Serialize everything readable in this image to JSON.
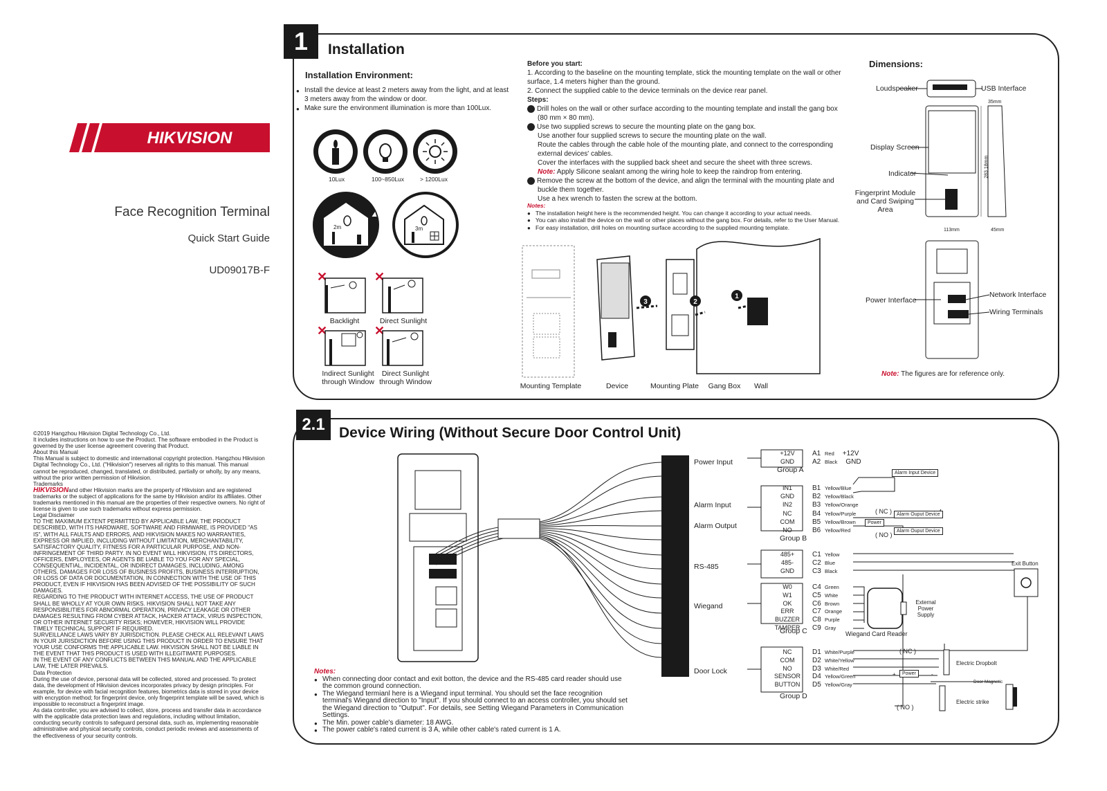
{
  "cover": {
    "brand": "HIKVISION",
    "title": "Face Recognition Terminal",
    "subtitle": "Quick Start Guide",
    "doc_number": "UD09017B-F"
  },
  "legal": {
    "copyright": "©2019 Hangzhou Hikvision Digital Technology Co., Ltd.",
    "p1": "It includes instructions on how to use the Product. The software embodied in the Product is governed by the user license agreement covering that Product.",
    "about_head": "About this Manual",
    "about": "This Manual is subject to domestic and international copyright protection. Hangzhou Hikvision Digital Technology Co., Ltd. (\"Hikvision\") reserves all rights to this manual. This manual cannot be reproduced, changed, translated, or distributed, partially or wholly, by any means, without the prior written permission of Hikvision.",
    "trademarks_head": "Trademarks",
    "trademark_brand": "HIKVISION",
    "trademarks": "and other Hikvision marks are the property of Hikvision and are registered trademarks or the subject of applications for the same by Hikvision and/or its affiliates. Other trademarks mentioned in this manual are the properties of their respective owners. No right of license is given to use such trademarks without express permission.",
    "disclaimer_head": "Legal Disclaimer",
    "disclaimer": "TO THE MAXIMUM EXTENT PERMITTED BY APPLICABLE LAW, THE PRODUCT DESCRIBED, WITH ITS HARDWARE, SOFTWARE AND FIRMWARE, IS PROVIDED \"AS IS\", WITH ALL FAULTS AND ERRORS, AND HIKVISION MAKES NO WARRANTIES, EXPRESS OR IMPLIED, INCLUDING WITHOUT LIMITATION, MERCHANTABILITY, SATISFACTORY QUALITY, FITNESS FOR A PARTICULAR PURPOSE, AND NON-INFRINGEMENT OF THIRD PARTY. IN NO EVENT WILL HIKVISION, ITS DIRECTORS, OFFICERS, EMPLOYEES, OR AGENTS BE LIABLE TO YOU FOR ANY SPECIAL, CONSEQUENTIAL, INCIDENTAL, OR INDIRECT DAMAGES, INCLUDING, AMONG OTHERS, DAMAGES FOR LOSS OF BUSINESS PROFITS, BUSINESS INTERRUPTION, OR LOSS OF DATA OR DOCUMENTATION, IN CONNECTION WITH THE USE OF THIS PRODUCT, EVEN IF HIKVISION HAS BEEN ADVISED OF THE POSSIBILITY OF SUCH DAMAGES.",
    "internet": "REGARDING TO THE PRODUCT WITH INTERNET ACCESS, THE USE OF PRODUCT SHALL BE WHOLLY AT YOUR OWN RISKS. HIKVISION SHALL NOT TAKE ANY RESPONSIBILITIES FOR ABNORMAL OPERATION, PRIVACY LEAKAGE OR OTHER DAMAGES RESULTING FROM CYBER ATTACK, HACKER ATTACK, VIRUS INSPECTION, OR OTHER INTERNET SECURITY RISKS; HOWEVER, HIKVISION WILL PROVIDE TIMELY TECHNICAL SUPPORT IF REQUIRED.",
    "surveillance": "SURVEILLANCE LAWS VARY BY JURISDICTION. PLEASE CHECK ALL RELEVANT LAWS IN YOUR JURISDICTION BEFORE USING THIS PRODUCT IN ORDER TO ENSURE THAT YOUR USE CONFORMS THE APPLICABLE LAW. HIKVISION SHALL NOT BE LIABLE IN THE EVENT THAT THIS PRODUCT IS USED WITH ILLEGITIMATE PURPOSES.",
    "conflict": "IN THE EVENT OF ANY CONFLICTS BETWEEN THIS MANUAL AND THE APPLICABLE LAW, THE LATER PREVAILS.",
    "data_head": "Data Protection",
    "data": "During the use of device, personal data will be collected, stored and processed. To protect data, the development of Hikvision devices incorporates privacy by design principles. For example, for device with facial recognition features, biometrics data is stored in your device with encryption method; for fingerprint device, only fingerprint template will be saved, which is impossible to reconstruct a fingerprint image.",
    "controller": "As data controller, you are advised to collect, store, process and transfer data in accordance with the applicable data protection laws and regulations, including without limitation, conducting security controls to safeguard personal data, such as, implementing reasonable administrative and physical security controls, conduct periodic reviews and assessments of the effectiveness of your security controls."
  },
  "install": {
    "num": "1",
    "title": "Installation",
    "env_title": "Installation Environment:",
    "env": [
      "Install the device at least 2 meters away from the light, and at least 3 meters away from the window or door.",
      "Make sure the environment illumination is more than 100Lux."
    ],
    "lux": [
      "10Lux",
      "100~850Lux",
      "> 1200Lux"
    ],
    "dist": [
      "2m",
      "3m"
    ],
    "bad": [
      "Backlight",
      "Direct Sunlight",
      "Indirect Sunlight through Window",
      "Direct Sunlight through Window"
    ],
    "before_title": "Before you start:",
    "before": [
      "1. According to the baseline on the mounting template, stick the mounting template on the wall or other surface, 1.4 meters higher than the ground.",
      "2. Connect the supplied cable to the device terminals on the device rear panel."
    ],
    "steps_title": "Steps:",
    "step1": "Drill holes on the wall or other surface according to the mounting template and install the gang box (80 mm × 80 mm).",
    "step2a": "Use two supplied screws to secure the mounting plate on the gang box.",
    "step2b": "Use another four supplied screws to secure the mounting plate on the wall.",
    "step2c": "Route the cables through the cable hole of the mounting plate, and connect to the corresponding external devices' cables.",
    "step2d": "Cover the interfaces with the supplied back sheet and secure the sheet with three screws.",
    "step2_note_label": "Note:",
    "step2_note": "Apply Silicone sealant among the wiring hole to keep the raindrop from entering.",
    "step3a": "Remove the screw at the bottom of the device, and align the terminal with the mounting plate and buckle them together.",
    "step3b": "Use a hex wrench to fasten the screw at the bottom.",
    "notes_title": "Notes:",
    "notes": [
      "The installation height here is the recommended height. You can change it according to your actual needs.",
      "You can also install the device on the wall or other places without the gang box. For details, refer to the User Manual.",
      "For easy installation, drill holes on mounting surface according to the supplied mounting template."
    ],
    "parts": [
      "Mounting Template",
      "Device",
      "Mounting Plate",
      "Gang Box",
      "Wall"
    ],
    "dim_title": "Dimensions:",
    "dim_labels": {
      "loudspeaker": "Loudspeaker",
      "usb": "USB Interface",
      "display": "Display Screen",
      "indicator": "Indicator",
      "fingerprint": "Fingerprint Module and Card Swiping Area",
      "power": "Power Interface",
      "network": "Network Interface",
      "wiring": "Wiring Terminals"
    },
    "dim_values": {
      "depth": "35mm",
      "height": "283.18mm",
      "width": "113mm",
      "bottom": "45mm"
    },
    "ref_note_label": "Note:",
    "ref_note": "The figures are for reference only."
  },
  "wiring": {
    "num": "2.1",
    "title": "Device Wiring (Without Secure Door Control Unit)",
    "groups": [
      {
        "label": "Power Input",
        "group": "Group A",
        "rows": [
          {
            "pin": "+12V",
            "id": "A1",
            "color": "Red",
            "dev": "+12V"
          },
          {
            "pin": "GND",
            "id": "A2",
            "color": "Black",
            "dev": "GND"
          }
        ]
      },
      {
        "label": "Alarm Input",
        "group": "",
        "rows": [
          {
            "pin": "IN1",
            "id": "B1",
            "color": "Yellow/Blue"
          },
          {
            "pin": "GND",
            "id": "B2",
            "color": "Yellow/Black"
          },
          {
            "pin": "IN2",
            "id": "B3",
            "color": "Yellow/Orange"
          }
        ]
      },
      {
        "label": "Alarm Output",
        "group": "Group B",
        "rows": [
          {
            "pin": "NC",
            "id": "B4",
            "color": "Yellow/Purple"
          },
          {
            "pin": "COM",
            "id": "B5",
            "color": "Yellow/Brown"
          },
          {
            "pin": "NO",
            "id": "B6",
            "color": "Yellow/Red"
          }
        ]
      },
      {
        "label": "RS-485",
        "group": "",
        "rows": [
          {
            "pin": "485+",
            "id": "C1",
            "color": "Yellow"
          },
          {
            "pin": "485-",
            "id": "C2",
            "color": "Blue"
          },
          {
            "pin": "GND",
            "id": "C3",
            "color": "Black"
          }
        ]
      },
      {
        "label": "Wiegand",
        "group": "Group C",
        "rows": [
          {
            "pin": "W0",
            "id": "C4",
            "color": "Green"
          },
          {
            "pin": "W1",
            "id": "C5",
            "color": "White"
          },
          {
            "pin": "OK",
            "id": "C6",
            "color": "Brown"
          },
          {
            "pin": "ERR",
            "id": "C7",
            "color": "Orange"
          },
          {
            "pin": "BUZZER",
            "id": "C8",
            "color": "Purple"
          },
          {
            "pin": "TAMPER",
            "id": "C9",
            "color": "Gray"
          }
        ]
      },
      {
        "label": "Door Lock",
        "group": "Group D",
        "rows": [
          {
            "pin": "NC",
            "id": "D1",
            "color": "White/Purple"
          },
          {
            "pin": "COM",
            "id": "D2",
            "color": "White/Yellow"
          },
          {
            "pin": "NO",
            "id": "D3",
            "color": "White/Red"
          },
          {
            "pin": "SENSOR",
            "id": "D4",
            "color": "Yellow/Green"
          },
          {
            "pin": "BUTTON",
            "id": "D5",
            "color": "Yellow/Gray"
          }
        ]
      }
    ],
    "devices": {
      "alarm_input": "Alarm Input Device",
      "alarm_output": "Alarm Ouput Device",
      "power": "Power",
      "nc": "( NC )",
      "no": "( NO )",
      "ext_power": "External Power Supply",
      "reader": "Wiegand Card Reader",
      "exit_button": "Exit Button",
      "dropbolt": "Electric Dropbolt",
      "magnetic": "Door Magnetic",
      "strike": "Electric strike",
      "plus": "+",
      "minus": "-"
    },
    "notes_title": "Notes:",
    "notes": [
      "When connecting door contact and exit botton, the device and the RS-485 card reader should use the common ground connection.",
      "The Wiegand termianl here is a Wiegand input terminal. You should set the face recognition terminal's Wiegand direction to \"Input\". If you should connect to an access controller, you should set the Wiegand direction to \"Output\". For details, see Setting Wiegand Parameters in Communication Settings.",
      "The Min. power cable's diameter: 18 AWG.",
      "The power cable's rated current is 3 A, while other cable's rated current is 1 A."
    ]
  },
  "colors": {
    "brand_red": "#c8102e",
    "ink": "#1a1a1a"
  }
}
